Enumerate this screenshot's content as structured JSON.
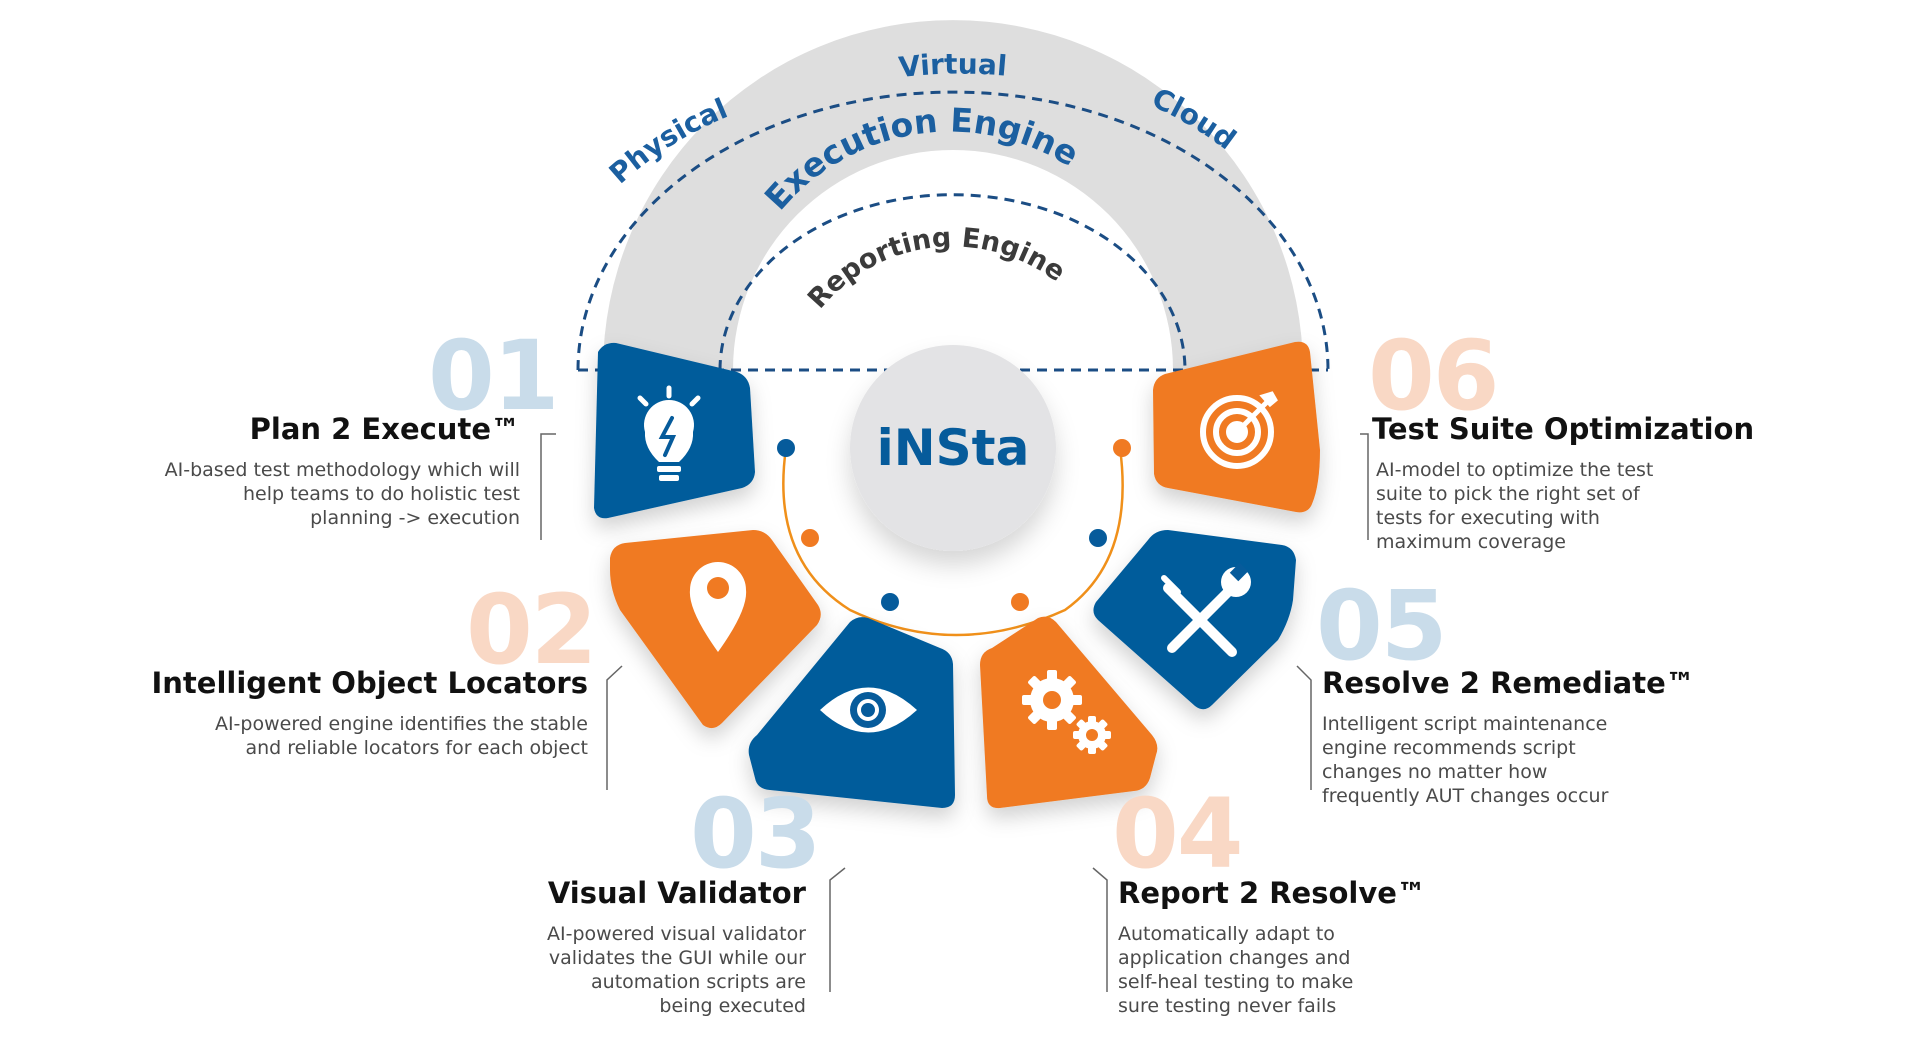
{
  "colors": {
    "blue": "#065b9b",
    "orange": "#f07a22",
    "ring_gray": "#dedede",
    "hub_gray": "#e3e3e5",
    "number_blue": "#c9dcea",
    "number_orange": "#f9d8c5",
    "dash": "#1b4d84"
  },
  "arc_labels": {
    "physical": "Physical",
    "virtual": "Virtual",
    "cloud": "Cloud",
    "execution_engine": "Execution Engine",
    "reporting_engine": "Reporting Engine"
  },
  "hub": {
    "label": "iNSta"
  },
  "steps": [
    {
      "number": "01",
      "title": "Plan 2 Execute™",
      "lines": [
        "AI-based test methodology which will",
        "help teams to do holistic test",
        "planning -> execution"
      ],
      "icon": "lightbulb-icon",
      "color": "blue"
    },
    {
      "number": "02",
      "title": "Intelligent Object Locators",
      "lines": [
        "AI-powered engine identifies the stable",
        "and reliable locators for each object"
      ],
      "icon": "location-pin-icon",
      "color": "orange"
    },
    {
      "number": "03",
      "title": "Visual Validator",
      "lines": [
        "AI-powered visual validator",
        "validates the GUI while our",
        "automation scripts are",
        "being executed"
      ],
      "icon": "eye-icon",
      "color": "blue"
    },
    {
      "number": "04",
      "title": "Report 2 Resolve™",
      "lines": [
        "Automatically adapt to",
        "application changes and",
        "self-heal testing to make",
        "sure testing never fails"
      ],
      "icon": "gears-icon",
      "color": "orange"
    },
    {
      "number": "05",
      "title": "Resolve 2 Remediate™",
      "lines": [
        "Intelligent script maintenance",
        "engine recommends script",
        "changes no matter how",
        "frequently AUT changes occur"
      ],
      "icon": "tools-icon",
      "color": "blue"
    },
    {
      "number": "06",
      "title": "Test Suite Optimization",
      "lines": [
        "AI-model to optimize the test",
        "suite to pick the right set of",
        "tests for executing with",
        "maximum coverage"
      ],
      "icon": "target-icon",
      "color": "orange"
    }
  ]
}
